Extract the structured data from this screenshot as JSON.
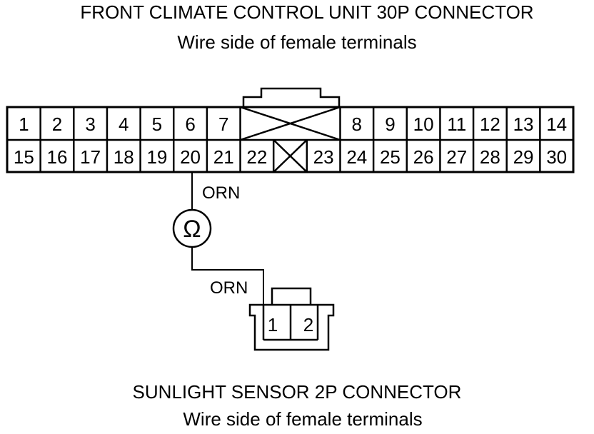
{
  "header": {
    "title": "FRONT CLIMATE CONTROL UNIT 30P CONNECTOR",
    "subtitle": "Wire side of female terminals"
  },
  "connector_30p": {
    "row1": [
      "1",
      "2",
      "3",
      "4",
      "5",
      "6",
      "7",
      "8",
      "9",
      "10",
      "11",
      "12",
      "13",
      "14"
    ],
    "row2": [
      "15",
      "16",
      "17",
      "18",
      "19",
      "20",
      "21",
      "22",
      "23",
      "24",
      "25",
      "26",
      "27",
      "28",
      "29",
      "30"
    ]
  },
  "wires": {
    "upper_color": "ORN",
    "lower_color": "ORN"
  },
  "meter": {
    "symbol": "Ω",
    "icon": "ohmmeter-icon"
  },
  "connector_2p": {
    "pins": [
      "1",
      "2"
    ]
  },
  "footer": {
    "title": "SUNLIGHT SENSOR 2P CONNECTOR",
    "subtitle": "Wire side of female terminals"
  }
}
